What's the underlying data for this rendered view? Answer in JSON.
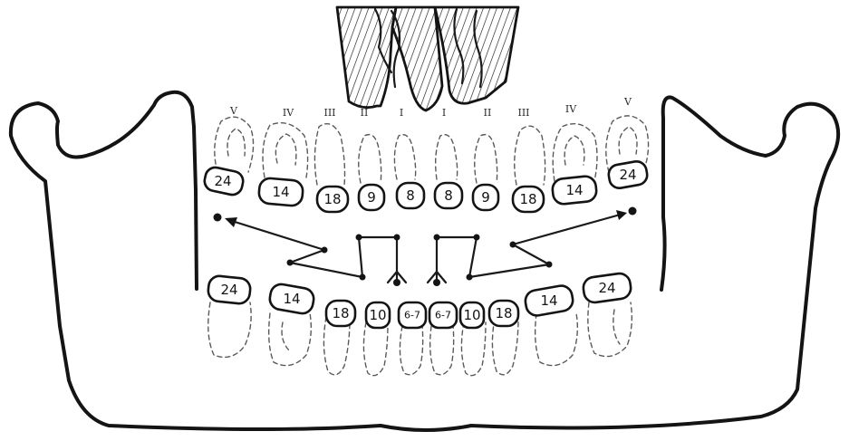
{
  "upper_roman_labels": [
    "V",
    "IV",
    "III",
    "II",
    "I",
    "I",
    "II",
    "III",
    "IV",
    "V"
  ],
  "upper_numbers": [
    "24",
    "14",
    "18",
    "9",
    "8",
    "8",
    "9",
    "18",
    "14",
    "24"
  ],
  "lower_numbers": [
    "24",
    "14",
    "18",
    "10",
    "6-7",
    "6-7",
    "10",
    "18",
    "14",
    "24"
  ]
}
